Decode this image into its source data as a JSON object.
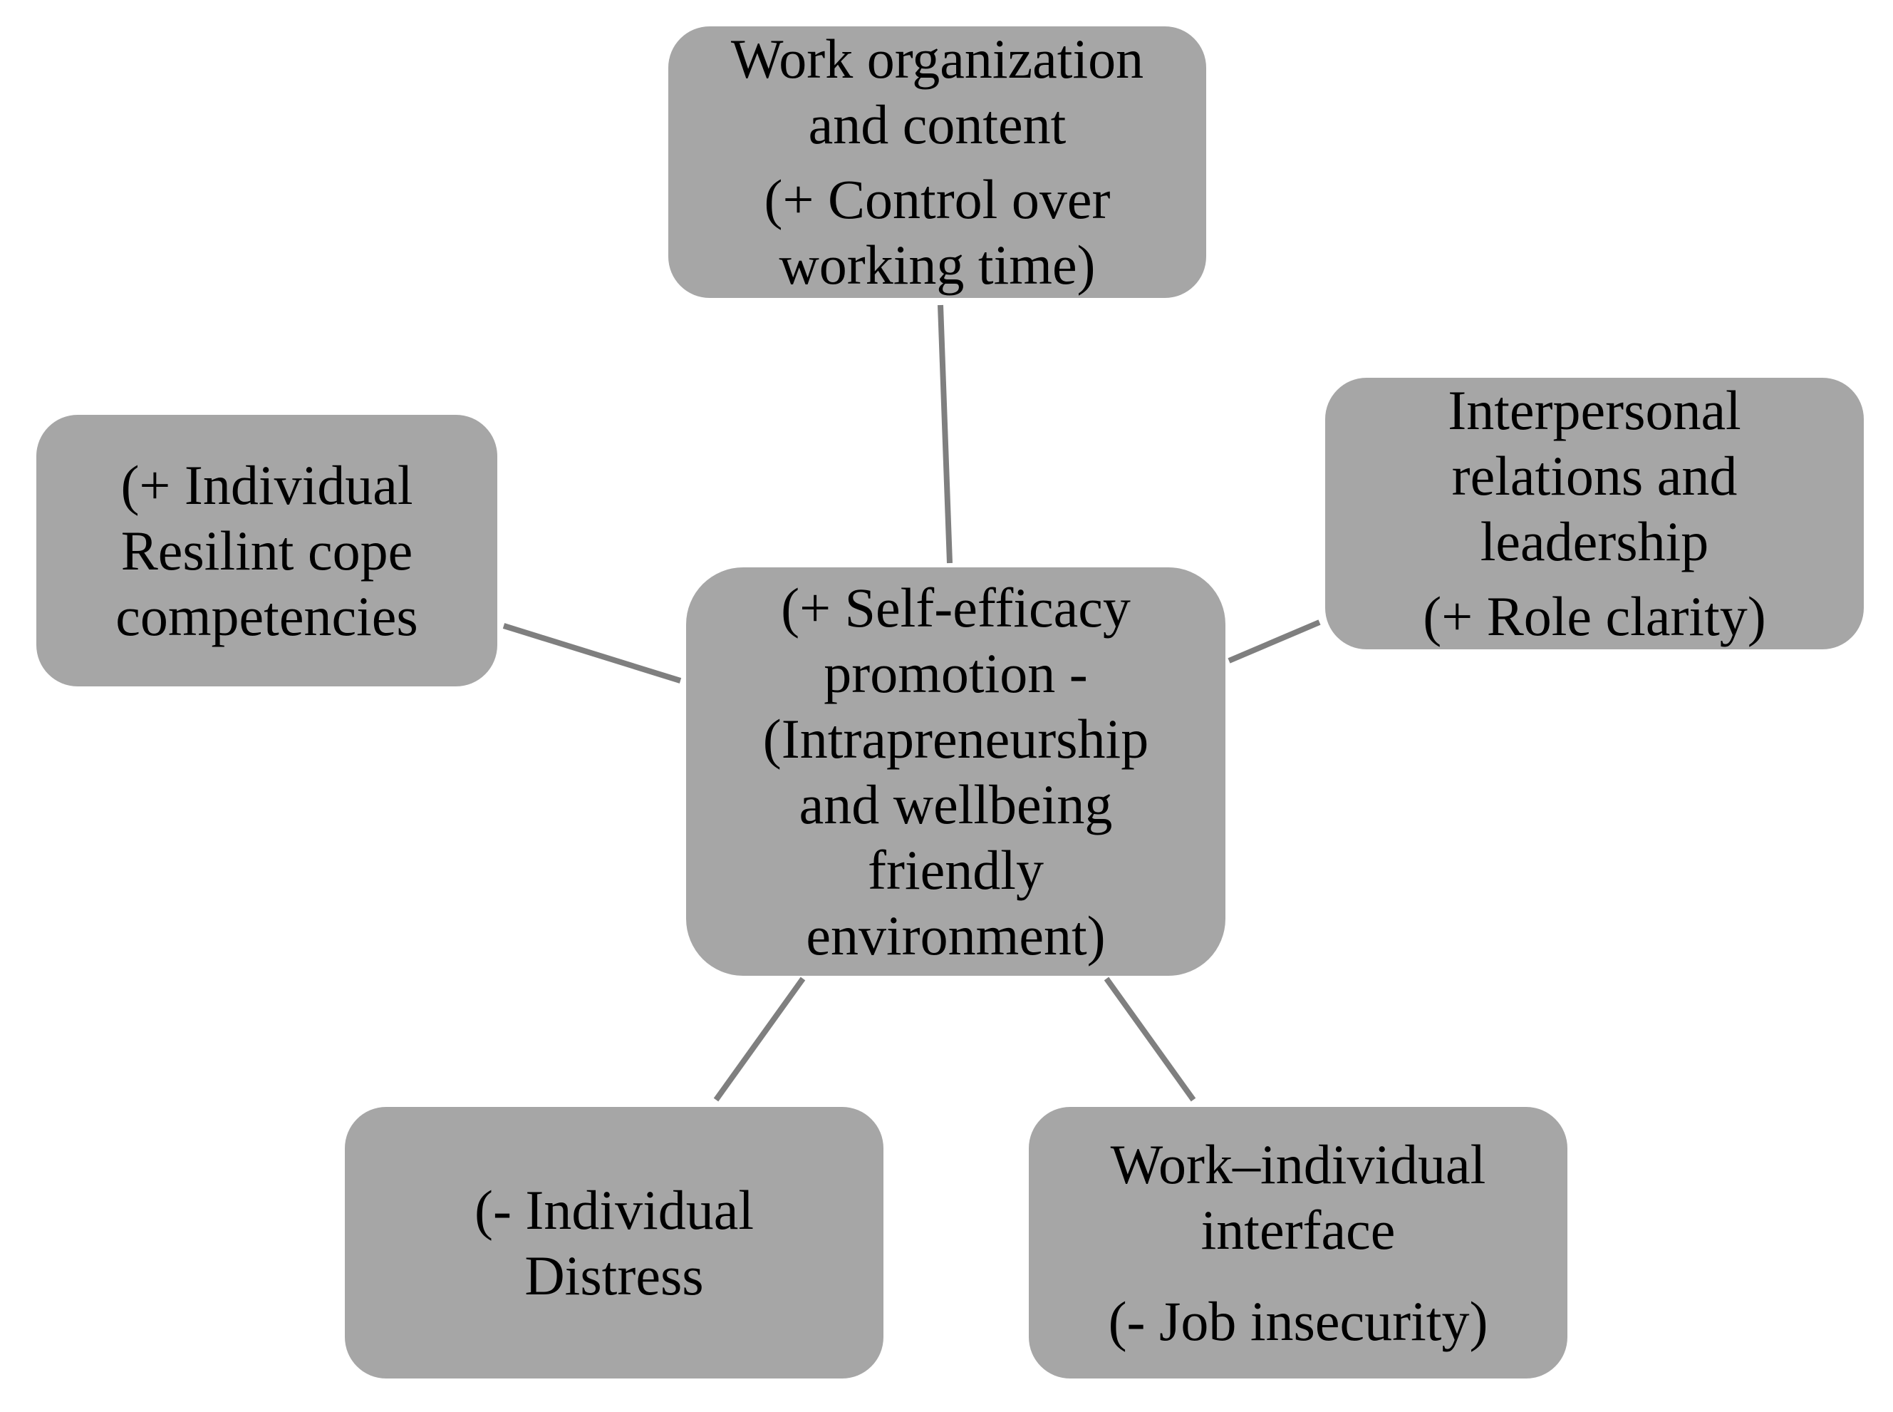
{
  "colors": {
    "node_fill": "#a6a6a6",
    "connector": "#7f7f7f",
    "text": "#000000",
    "background": "#ffffff"
  },
  "nodes": {
    "center": {
      "lines": [
        "(+ Self-efficacy",
        "promotion -",
        "(Intrapreneurship",
        "and wellbeing",
        "friendly",
        "environment)"
      ]
    },
    "top": {
      "title_lines": [
        "Work organization",
        "and content"
      ],
      "note_lines": [
        "(+ Control over",
        "working time)"
      ]
    },
    "right": {
      "title_lines": [
        "Interpersonal",
        "relations and",
        "leadership"
      ],
      "note_lines": [
        "(+ Role clarity)"
      ]
    },
    "left": {
      "lines": [
        "(+ Individual",
        "Resilint cope",
        "competencies"
      ]
    },
    "bottom_left": {
      "lines": [
        "(- Individual",
        "Distress"
      ]
    },
    "bottom_right": {
      "title_lines": [
        "Work–individual",
        "interface"
      ],
      "note_lines": [
        "(- Job insecurity)"
      ]
    }
  }
}
